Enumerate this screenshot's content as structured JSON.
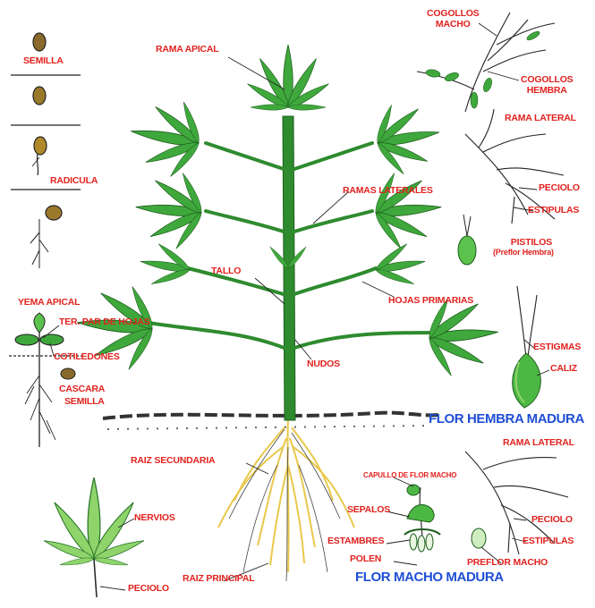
{
  "colors": {
    "label_red": "#e0221e",
    "label_blue": "#1f4fd6",
    "leaf_green": "#3fa83c",
    "leaf_light": "#8fd46a",
    "stem_green": "#2e8b2e",
    "root_yellow": "#e9c84a",
    "soil": "#333333",
    "line": "#222222"
  },
  "labels": {
    "semilla": "SEMILLA",
    "radicula": "RADICULA",
    "yema_apical": "YEMA APICAL",
    "ter_par_hojas": "TER. PAR DE HOJAS",
    "cotiledones": "COTILEDONES",
    "cascara_semilla_1": "CASCARA",
    "cascara_semilla_2": "SEMILLA",
    "rama_apical": "RAMA APICAL",
    "ramas_laterales": "RAMAS LATERALES",
    "tallo": "TALLO",
    "hojas_primarias": "HOJAS PRIMARIAS",
    "nudos": "NUDOS",
    "cogollos_macho_1": "COGOLLOS",
    "cogollos_macho_2": "MACHO",
    "cogollos_hembra_1": "COGOLLOS",
    "cogollos_hembra_2": "HEMBRA",
    "rama_lateral_top": "RAMA LATERAL",
    "peciolo_top": "PECIOLO",
    "estipulas_top": "ESTIPULAS",
    "pistilos": "PISTILOS",
    "preflor_hembra": "(Preflor Hembra)",
    "estigmas": "ESTIGMAS",
    "caliz": "CALIZ",
    "flor_hembra_madura": "FLOR HEMBRA MADURA",
    "raiz_secundaria": "RAIZ SECUNDARIA",
    "capullo_flor_macho": "CAPULLO DE FLOR MACHO",
    "sepalos": "SEPALOS",
    "estambres": "ESTAMBRES",
    "polen": "POLEN",
    "flor_macho_madura": "FLOR MACHO MADURA",
    "rama_lateral_bottom": "RAMA LATERAL",
    "peciolo_bottom": "PECIOLO",
    "estipulas_bottom": "ESTIPULAS",
    "preflor_macho": "PREFLOR MACHO",
    "nervios": "NERVIOS",
    "peciolo_leaf": "PECIOLO",
    "raiz_principal": "RAIZ PRINCIPAL"
  }
}
